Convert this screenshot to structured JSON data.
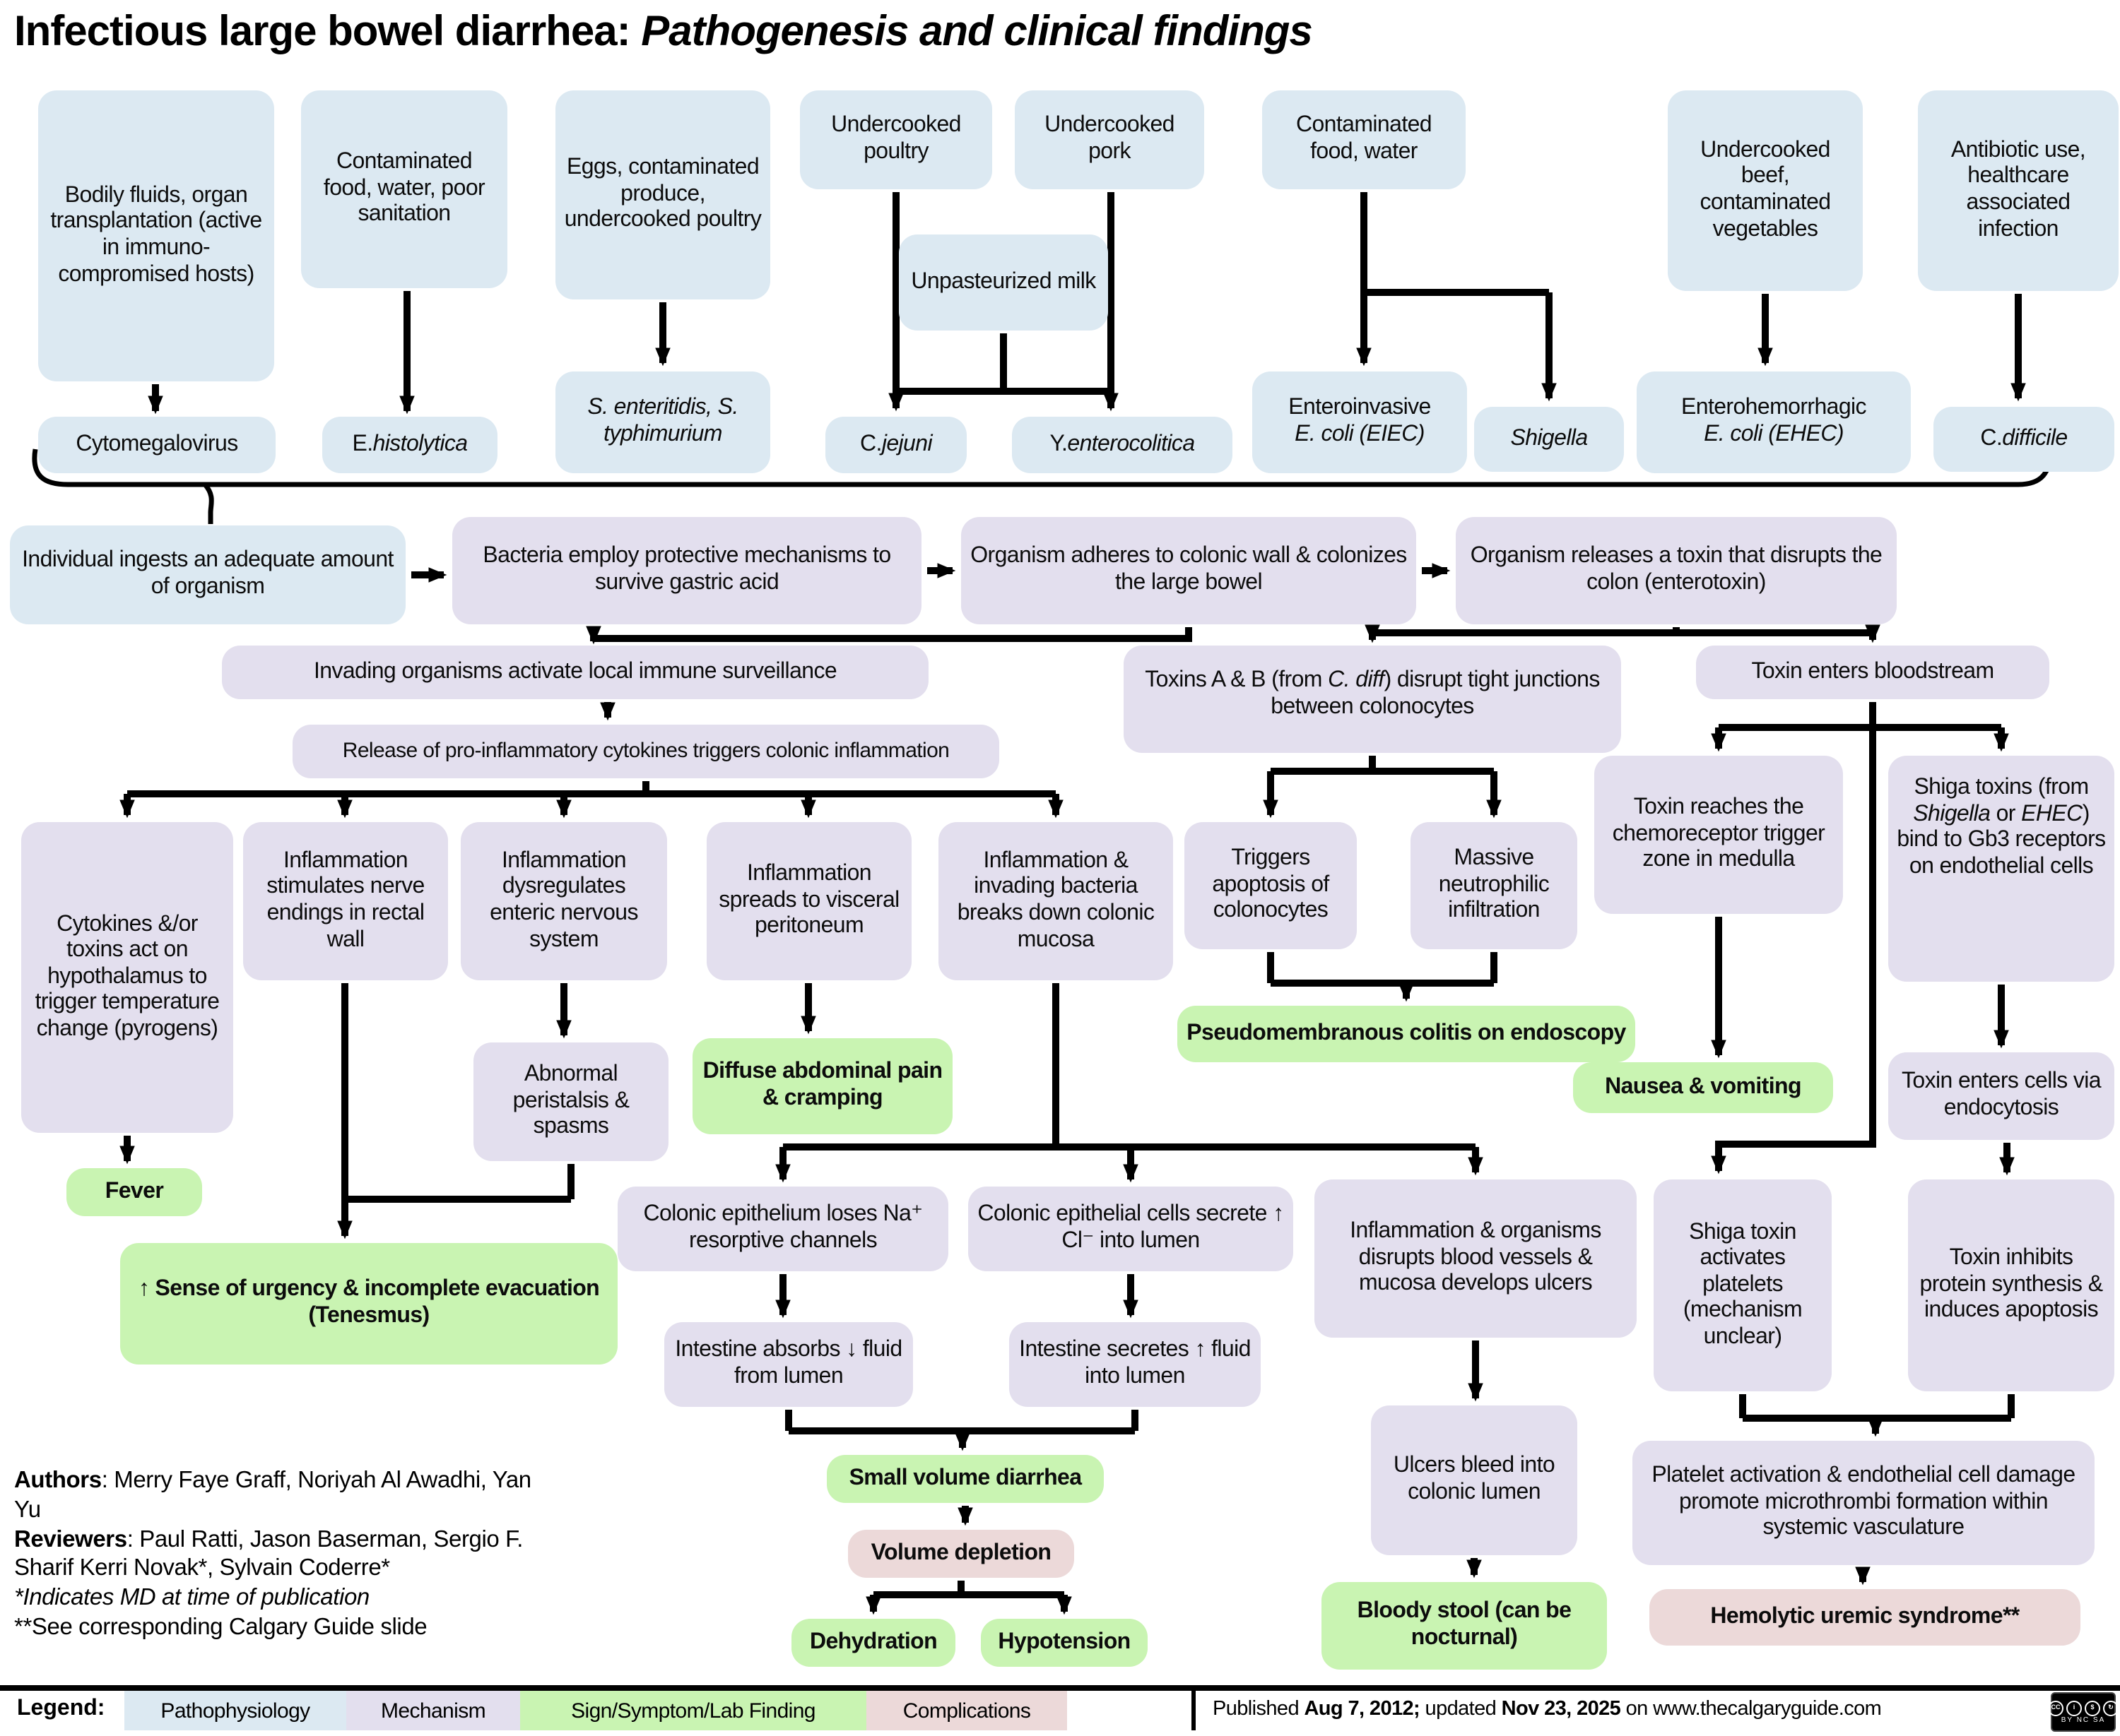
{
  "title": {
    "main": "Infectious large bowel diarrhea: ",
    "subtitle": "Pathogenesis and clinical findings"
  },
  "colors": {
    "pathophysiology": "#dce9f2",
    "mechanism": "#e3dfee",
    "sign_symptom": "#c9f4b2",
    "complication": "#ecd9d9",
    "line": "#000000"
  },
  "nodes": {
    "bodily_fluids": {
      "text": "Bodily fluids, organ transplantation (active in immuno-compromised hosts)"
    },
    "cont_food_sanitation": {
      "text": "Contaminated food, water, poor sanitation"
    },
    "eggs_produce": {
      "text": "Eggs, contaminated produce, undercooked poultry"
    },
    "undercooked_poultry": {
      "text": "Undercooked poultry"
    },
    "undercooked_pork": {
      "text": "Undercooked pork"
    },
    "unpasteurized_milk": {
      "text": "Unpasteurized milk"
    },
    "cont_food_water": {
      "text": "Contaminated food, water"
    },
    "undercooked_beef": {
      "text": "Undercooked beef, contaminated vegetables"
    },
    "antibiotic_use": {
      "text": "Antibiotic use, healthcare associated infection"
    },
    "cytomegalovirus": {
      "text": "Cytomegalovirus"
    },
    "e_histolytica": {
      "pre": "E. ",
      "it": "histolytica"
    },
    "s_enteritidis": {
      "it": "S. enteritidis, S. typhimurium"
    },
    "c_jejuni": {
      "pre": "C. ",
      "it": "jejuni"
    },
    "y_enterocolitica": {
      "pre": "Y. ",
      "it": "enterocolitica"
    },
    "eiec": {
      "line1": "Enteroinvasive",
      "line2": "E. coli (EIEC)"
    },
    "shigella": {
      "it": "Shigella"
    },
    "ehec": {
      "line1": "Enterohemorrhagic",
      "line2": "E. coli (EHEC)"
    },
    "c_difficile": {
      "pre": "C. ",
      "it": "difficile"
    },
    "individual_ingests": {
      "text": "Individual ingests an adequate amount of organism"
    },
    "bacteria_employ": {
      "text": "Bacteria employ protective mechanisms to survive gastric acid"
    },
    "organism_adheres": {
      "text": "Organism adheres to colonic wall & colonizes the large bowel"
    },
    "organism_releases": {
      "text": "Organism releases a toxin that disrupts the colon (enterotoxin)"
    },
    "invading_organisms": {
      "text": "Invading organisms activate local immune surveillance"
    },
    "toxins_ab": {
      "pre": "Toxins A & B (from ",
      "it": "C. diff",
      "post": ") disrupt tight junctions between colonocytes"
    },
    "toxin_bloodstream": {
      "text": "Toxin enters bloodstream"
    },
    "release_cytokines": {
      "text": "Release of pro-inflammatory cytokines triggers colonic inflammation"
    },
    "cytokines_pyrogens": {
      "text": "Cytokines &/or toxins act on hypothalamus to trigger temperature change (pyrogens)"
    },
    "inflammation_nerve": {
      "text": "Inflammation stimulates nerve endings in rectal wall"
    },
    "inflammation_enteric": {
      "text": "Inflammation dysregulates enteric nervous system"
    },
    "inflammation_peritoneum": {
      "text": "Inflammation spreads to visceral peritoneum"
    },
    "inflammation_mucosa": {
      "text": "Inflammation & invading bacteria breaks down colonic mucosa"
    },
    "triggers_apoptosis": {
      "text": "Triggers apoptosis of colonocytes"
    },
    "massive_neutrophilic": {
      "text": "Massive neutrophilic infiltration"
    },
    "pseudomembranous": {
      "text": "Pseudomembranous colitis on endoscopy"
    },
    "toxin_chemoreceptor": {
      "text": "Toxin reaches the chemoreceptor trigger zone in medulla"
    },
    "shiga_gb3": {
      "pre": "Shiga toxins (from ",
      "it1": "Shigella",
      "mid": " or ",
      "it2": "EHEC",
      "post": ") bind to Gb3 receptors on endothelial cells"
    },
    "abnormal_peristalsis": {
      "text": "Abnormal peristalsis & spasms"
    },
    "diffuse_pain": {
      "text": "Diffuse abdominal pain & cramping"
    },
    "fever": {
      "text": "Fever"
    },
    "tenesmus": {
      "text": "↑ Sense of urgency & incomplete evacuation (Tenesmus)"
    },
    "nausea": {
      "text": "Nausea & vomiting"
    },
    "colonic_loses": {
      "text": "Colonic epithelium loses Na⁺ resorptive channels"
    },
    "colonic_secrete": {
      "text": "Colonic epithelial cells secrete ↑ Cl⁻ into lumen"
    },
    "inflammation_ulcers": {
      "text": "Inflammation & organisms disrupts blood vessels & mucosa develops ulcers"
    },
    "intestine_absorbs": {
      "text": "Intestine absorbs ↓ fluid from lumen"
    },
    "intestine_secretes": {
      "text": "Intestine secretes ↑ fluid into lumen"
    },
    "small_volume": {
      "text": "Small volume diarrhea"
    },
    "volume_depletion": {
      "text": "Volume depletion"
    },
    "dehydration": {
      "text": "Dehydration"
    },
    "hypotension": {
      "text": "Hypotension"
    },
    "ulcers_bleed": {
      "text": "Ulcers bleed into colonic lumen"
    },
    "bloody_stool": {
      "text": "Bloody stool (can be nocturnal)"
    },
    "shiga_platelets": {
      "text": "Shiga toxin activates platelets (mechanism unclear)"
    },
    "toxin_endocytosis": {
      "text": "Toxin enters cells via endocytosis"
    },
    "toxin_inhibits": {
      "text": "Toxin inhibits protein synthesis & induces apoptosis"
    },
    "platelet_activation": {
      "text": "Platelet activation & endothelial cell damage promote microthrombi formation within systemic vasculature"
    },
    "hus": {
      "text": "Hemolytic uremic syndrome**"
    }
  },
  "notes": {
    "authors_label": "Authors",
    "authors_text": ": Merry Faye Graff, Noriyah Al Awadhi, Yan Yu",
    "reviewers_label": "Reviewers",
    "reviewers_text": ": Paul Ratti, Jason Baserman, Sergio F. Sharif Kerri Novak*, Sylvain Coderre*",
    "md_note": "*Indicates MD at time of publication",
    "slide_note": "**See corresponding Calgary Guide slide"
  },
  "legend": {
    "label": "Legend:",
    "items": [
      {
        "label": "Pathophysiology",
        "color": "#dce9f2"
      },
      {
        "label": "Mechanism",
        "color": "#e3dfee"
      },
      {
        "label": "Sign/Symptom/Lab Finding",
        "color": "#c9f4b2"
      },
      {
        "label": "Complications",
        "color": "#ecd9d9"
      }
    ]
  },
  "footer": {
    "published_prefix": "Published ",
    "published_date": "Aug 7, 2012;",
    "updated_prefix": " updated ",
    "updated_date": "Nov 23, 2025",
    "published_suffix": " on www.thecalgaryguide.com",
    "cc": {
      "cc": "CC",
      "by": "i",
      "nc": "$",
      "sa": "↻",
      "caption": "BY NC SA"
    }
  }
}
